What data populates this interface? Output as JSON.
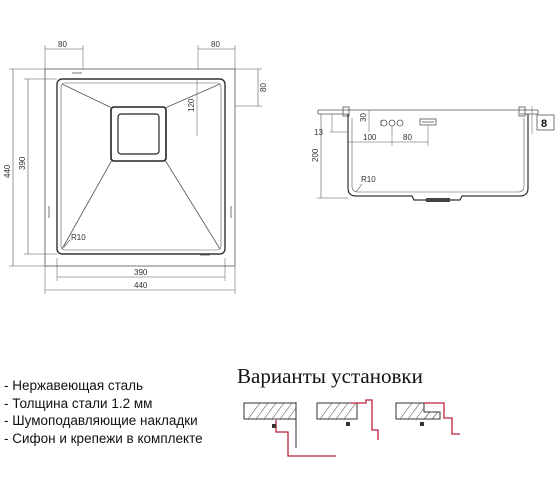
{
  "drawing": {
    "top_view": {
      "width_outer": "440",
      "width_inner": "390",
      "height_outer": "440",
      "height_inner": "390",
      "drain_offset_left": "80",
      "drain_offset_right": "80",
      "drain_offset_top": "80",
      "drain_offset_inner": "120",
      "corner_radius": "R10"
    },
    "side_view": {
      "depth": "200",
      "rim": "13",
      "gap_top": "30",
      "drain_dist_1": "100",
      "drain_dist_2": "80",
      "corner_radius": "R10",
      "detail_label": "8"
    }
  },
  "specs": [
    "- Нержавеющая сталь",
    "- Толщина стали 1.2 мм",
    "- Шумоподавляющие накладки",
    "- Сифон и крепежи в комплекте"
  ],
  "install": {
    "title": "Варианты установки",
    "accent_color": "#c0203a"
  }
}
